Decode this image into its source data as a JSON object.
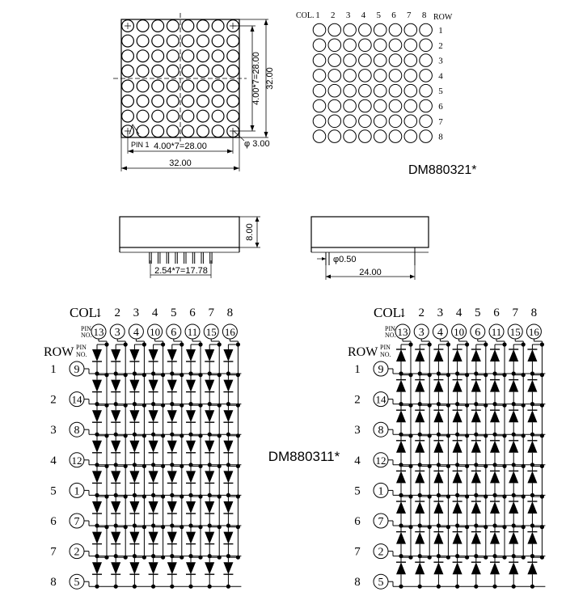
{
  "top_front_view": {
    "dim_pitch_h": "4.00*7=28.00",
    "dim_pitch_v": "4.00*7=28.00",
    "dim_width": "32.00",
    "dim_height": "32.00",
    "dim_dot": "φ 3.00",
    "pin_label": "PIN 1"
  },
  "top_layout": {
    "col_label": "COL.",
    "row_label": "ROW",
    "cols": [
      "1",
      "2",
      "3",
      "4",
      "5",
      "6",
      "7",
      "8"
    ],
    "rows": [
      "1",
      "2",
      "3",
      "4",
      "5",
      "6",
      "7",
      "8"
    ]
  },
  "part_top": "DM880321*",
  "side_view": {
    "dim_height": "8.00",
    "dim_pin_pitch": "2.54*7=17.78",
    "dim_pin_dia": "φ0.50",
    "dim_depth": "24.00"
  },
  "part_middle": "DM880311*",
  "schematic_left": {
    "col_label": "COL.",
    "row_label": "ROW",
    "pin_label": [
      "PIN",
      "NO."
    ],
    "cols": [
      "1",
      "2",
      "3",
      "4",
      "5",
      "6",
      "7",
      "8"
    ],
    "col_pins": [
      "13",
      "3",
      "4",
      "10",
      "6",
      "11",
      "15",
      "16"
    ],
    "rows": [
      "1",
      "2",
      "3",
      "4",
      "5",
      "6",
      "7",
      "8"
    ],
    "row_pins": [
      "9",
      "14",
      "8",
      "12",
      "1",
      "7",
      "2",
      "5"
    ],
    "diode_direction": "down"
  },
  "schematic_right": {
    "col_label": "COL.",
    "row_label": "ROW",
    "pin_label": [
      "PIN",
      "NO."
    ],
    "cols": [
      "1",
      "2",
      "3",
      "4",
      "5",
      "6",
      "7",
      "8"
    ],
    "col_pins": [
      "13",
      "3",
      "4",
      "10",
      "6",
      "11",
      "15",
      "16"
    ],
    "rows": [
      "1",
      "2",
      "3",
      "4",
      "5",
      "6",
      "7",
      "8"
    ],
    "row_pins": [
      "9",
      "14",
      "8",
      "12",
      "1",
      "7",
      "2",
      "5"
    ],
    "diode_direction": "up"
  }
}
